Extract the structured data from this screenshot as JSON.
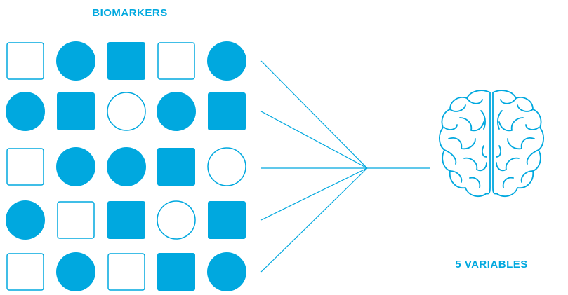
{
  "colors": {
    "accent": "#00a8df",
    "background": "#ffffff"
  },
  "labels": {
    "biomarkers": "BIOMARKERS",
    "variables": "5 VARIABLES"
  },
  "grid": [
    [
      "square-outline",
      "circle-filled",
      "square-filled",
      "square-outline",
      "circle-filled"
    ],
    [
      "circle-filled",
      "square-filled",
      "circle-outline",
      "circle-filled",
      "square-filled"
    ],
    [
      "square-outline",
      "circle-filled",
      "circle-filled",
      "square-filled",
      "circle-outline"
    ],
    [
      "circle-filled",
      "square-outline",
      "square-filled",
      "circle-outline",
      "square-filled"
    ],
    [
      "square-outline",
      "circle-filled",
      "square-outline",
      "square-filled",
      "circle-filled"
    ]
  ],
  "icons": {
    "output": "brain-icon"
  }
}
